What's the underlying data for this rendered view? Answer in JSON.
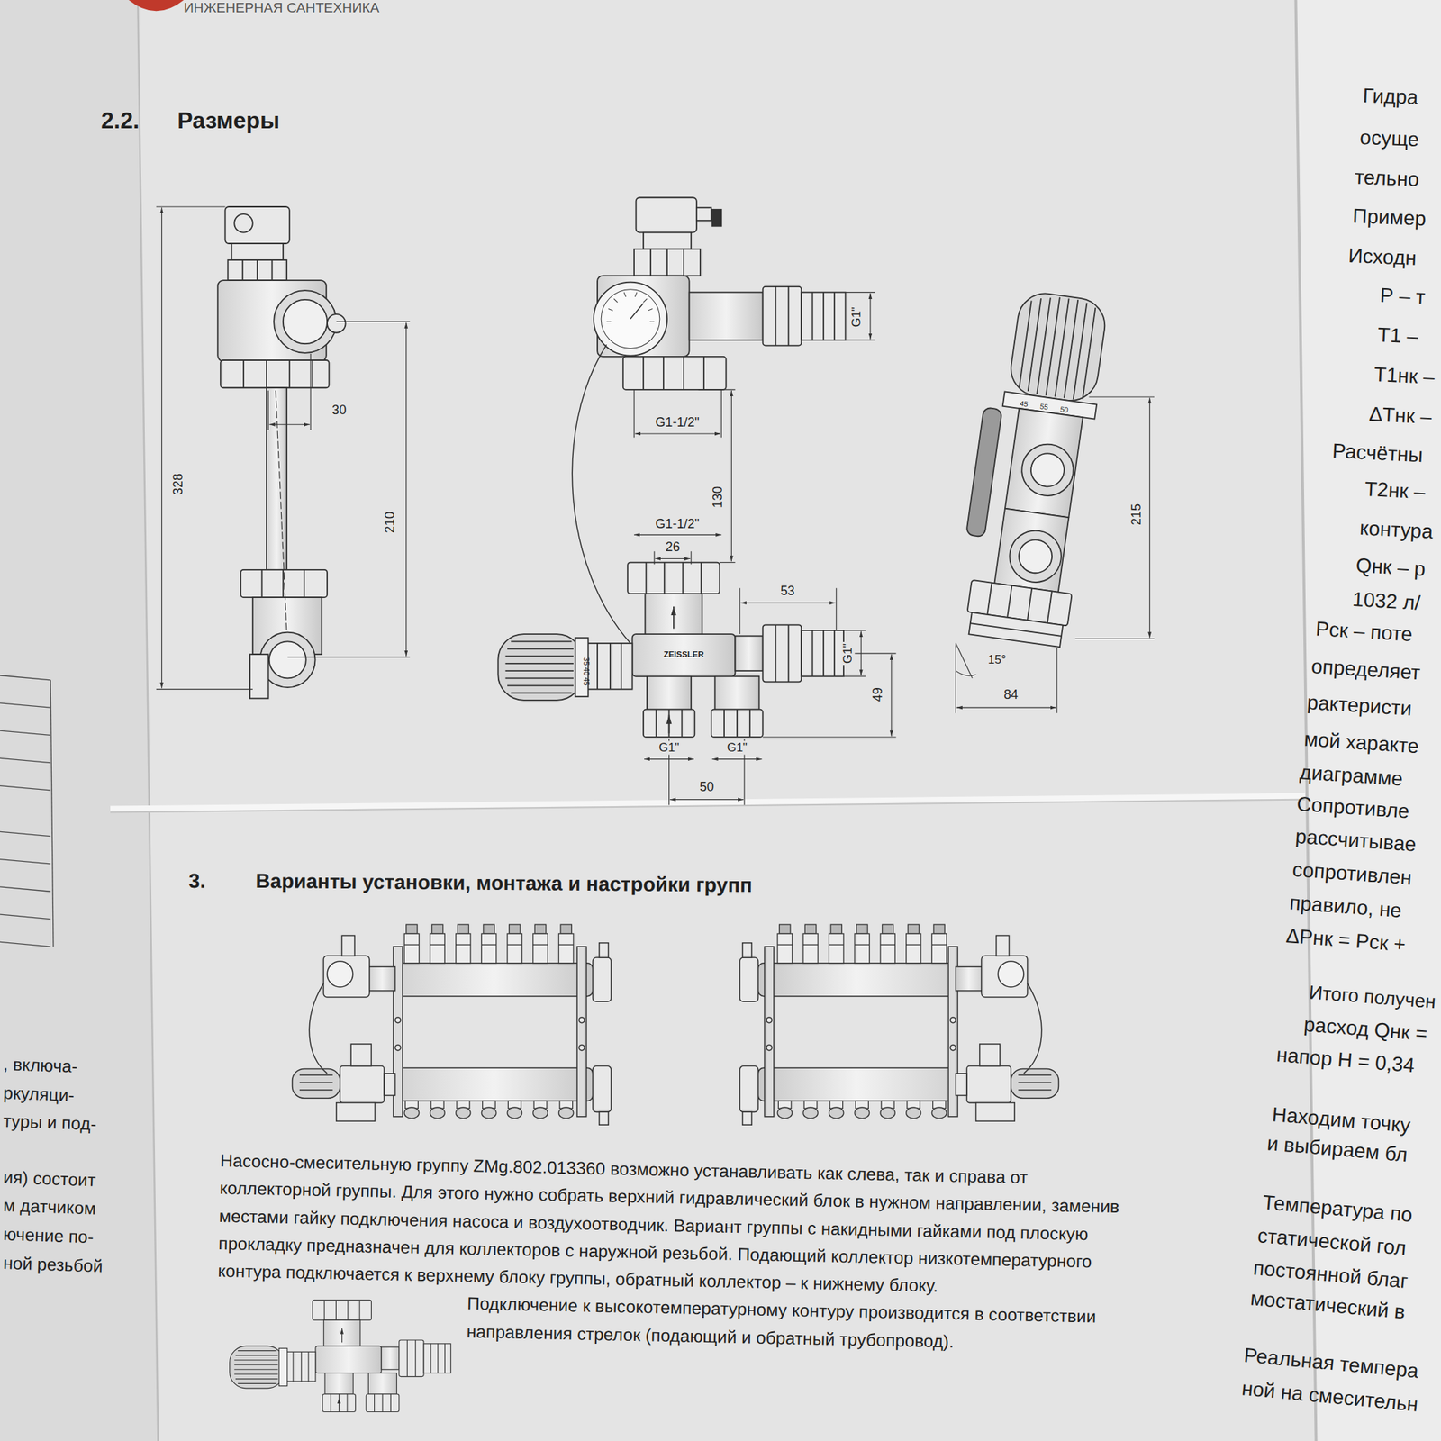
{
  "diagram": {
    "labels": [
      "ИНЖЕНЕРНАЯ САНТЕХНИКА",
      "2.2.",
      "Размеры",
      "30",
      "328",
      "210",
      "G1\"",
      "G1-1/2\"",
      "130",
      "G1-1/2\"",
      "26",
      "53",
      "G1\"",
      "49",
      "G1\"",
      "G1\"",
      "50",
      "ZEISSLER",
      "35",
      "40",
      "45",
      "215",
      "15°",
      "84",
      "45",
      "55",
      "50",
      "3.",
      "Варианты установки, монтажа и настройки групп",
      "Насосно-смесительную группу ZMg.802.013360 возможно устанавливать как слева, так и справа от коллекторной группы. Для этого нужно собрать верхний гидравлический блок в нужном направлении, заменив местами гайку подключения насоса и воздухоотводчик. Вариант группы с накидными гайками под плоскую прокладку предназначен для коллекторов с наружной резьбой. Подающий коллектор низкотемпературного контура подключается к верхнему блоку группы, обратный коллектор – к нижнему блоку.",
      "Подключение к высокотемпературному контуру производится в соответствии направления стрелок (подающий и обратный трубопровод).",
      ", включа-",
      "ркуляци-",
      "туры и под-",
      "ия) состоит",
      "м датчиком",
      "ючение по-",
      "ной резьбой",
      "Гидра",
      "осуще",
      "тельно",
      "Пример",
      "Исходн",
      "Р – т",
      "Т1 –",
      "Т1нк –",
      "ΔТнк –",
      "Расчётны",
      "Т2нк –",
      "контура",
      "Qнк – р",
      "1032 л/",
      "Рск – поте",
      "определяет",
      "рактеристи",
      "мой характе",
      "диаграмме",
      "Сопротивле",
      "рассчитывае",
      "сопротивлен",
      "правило, не",
      "ΔРнк = Рск +",
      "Итого получен",
      "расход Qнк =",
      "напор Н = 0,34",
      "Находим точку",
      "и выбираем бл",
      "Температура по",
      "статической гол",
      "постоянной благ",
      "мостатический в",
      "Реальная темпера",
      "ной на смесительн"
    ]
  }
}
